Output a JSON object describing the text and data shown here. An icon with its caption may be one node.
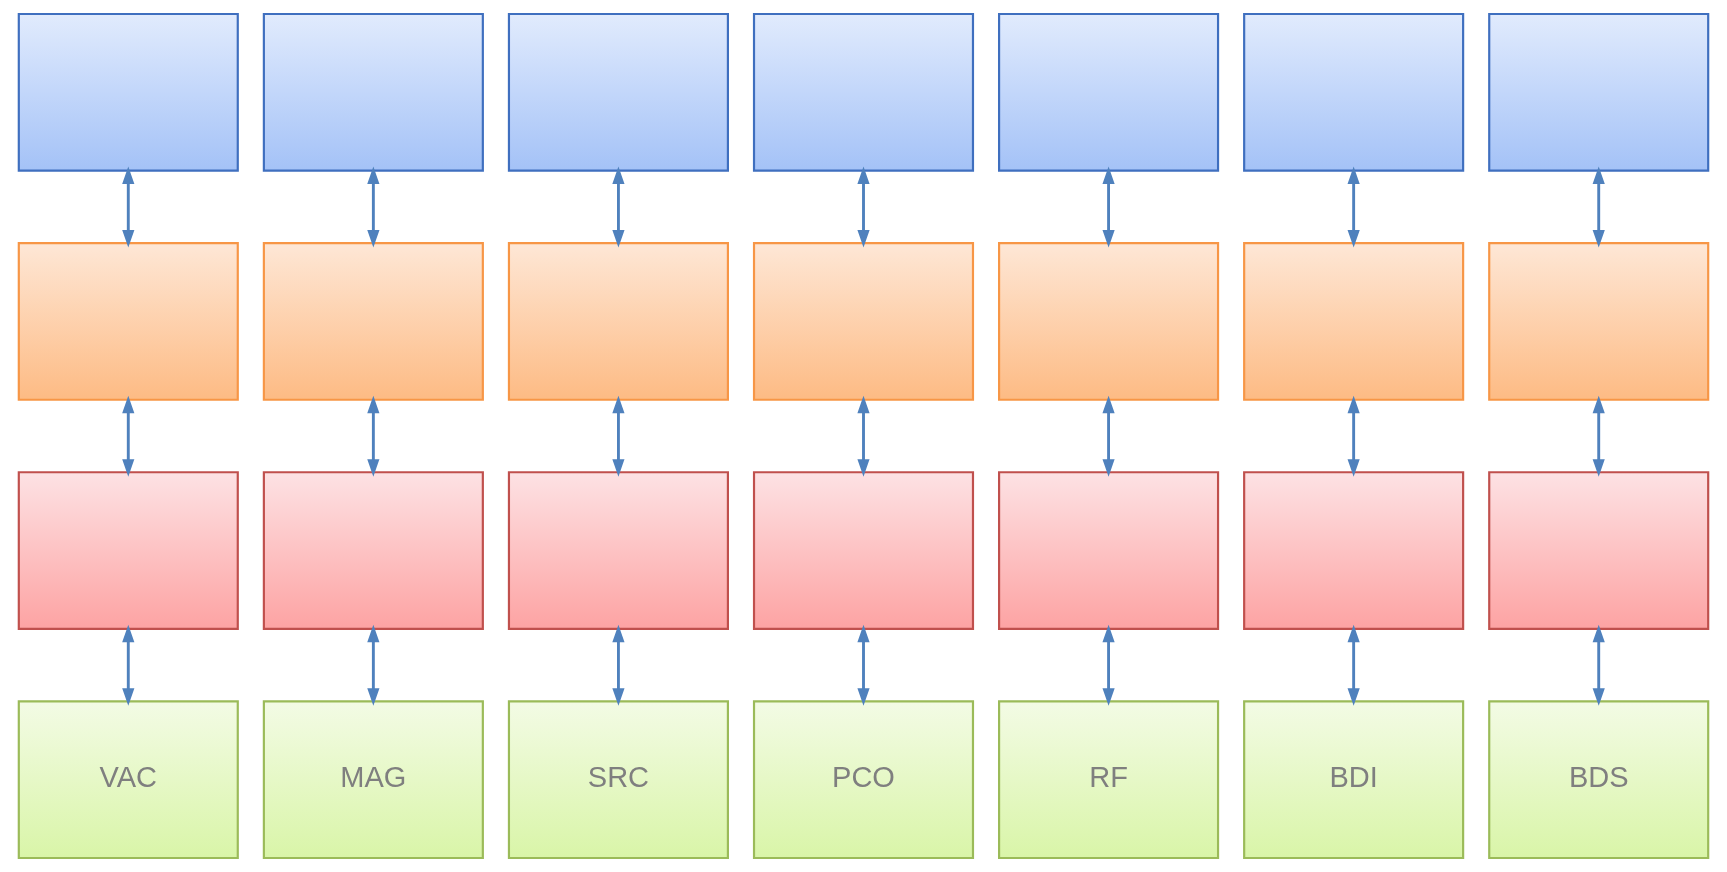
{
  "diagram": {
    "nodes": [
      {
        "text": [],
        "shape": "box"
      },
      {
        "text": [],
        "shape": "box"
      },
      {
        "text": [],
        "shape": "box"
      },
      {
        "text": [],
        "shape": "box"
      },
      {
        "text": [],
        "shape": "box"
      },
      {
        "text": [],
        "shape": "box"
      },
      {
        "text": [],
        "shape": "box"
      },
      {
        "text": [],
        "shape": "box"
      },
      {
        "text": [],
        "shape": "box"
      },
      {
        "text": [],
        "shape": "box"
      },
      {
        "text": [],
        "shape": "box"
      },
      {
        "text": [],
        "shape": "box"
      },
      {
        "text": [],
        "shape": "box"
      },
      {
        "text": [],
        "shape": "box"
      },
      {
        "text": [],
        "shape": "box"
      },
      {
        "text": [],
        "shape": "box"
      },
      {
        "text": [],
        "shape": "box"
      },
      {
        "text": [],
        "shape": "box"
      },
      {
        "text": [],
        "shape": "box"
      },
      {
        "text": [],
        "shape": "box"
      },
      {
        "text": [],
        "shape": "box"
      },
      {
        "text": [
          "VAC"
        ]
      },
      {
        "text": [
          "MAG"
        ]
      },
      {
        "text": [
          "SRC"
        ]
      },
      {
        "text": [
          "PCO"
        ]
      },
      {
        "text": [
          "RF"
        ]
      },
      {
        "text": [
          "BDI"
        ]
      },
      {
        "text": [
          "BDS"
        ]
      }
    ],
    "edges": [
      {
        "from": 0,
        "to": 7,
        "arrow": "both"
      },
      {
        "from": 1,
        "to": 8,
        "arrow": "both"
      },
      {
        "from": 2,
        "to": 9,
        "arrow": "both"
      },
      {
        "from": 3,
        "to": 10,
        "arrow": "both"
      },
      {
        "from": 4,
        "to": 11,
        "arrow": "both"
      },
      {
        "from": 5,
        "to": 12,
        "arrow": "both"
      },
      {
        "from": 6,
        "to": 13,
        "arrow": "both"
      },
      {
        "from": 7,
        "to": 14,
        "arrow": "both"
      },
      {
        "from": 8,
        "to": 15,
        "arrow": "both"
      },
      {
        "from": 9,
        "to": 16,
        "arrow": "both"
      },
      {
        "from": 10,
        "to": 17,
        "arrow": "both"
      },
      {
        "from": 11,
        "to": 18,
        "arrow": "both"
      },
      {
        "from": 12,
        "to": 19,
        "arrow": "both"
      },
      {
        "from": 13,
        "to": 20,
        "arrow": "both"
      },
      {
        "from": 14,
        "to": 21,
        "arrow": "both"
      },
      {
        "from": 15,
        "to": 22,
        "arrow": "both"
      },
      {
        "from": 16,
        "to": 23,
        "arrow": "both"
      },
      {
        "from": 17,
        "to": 24,
        "arrow": "both"
      },
      {
        "from": 18,
        "to": 25,
        "arrow": "both"
      },
      {
        "from": 19,
        "to": 26,
        "arrow": "both"
      },
      {
        "from": 20,
        "to": 27,
        "arrow": "both"
      }
    ]
  }
}
